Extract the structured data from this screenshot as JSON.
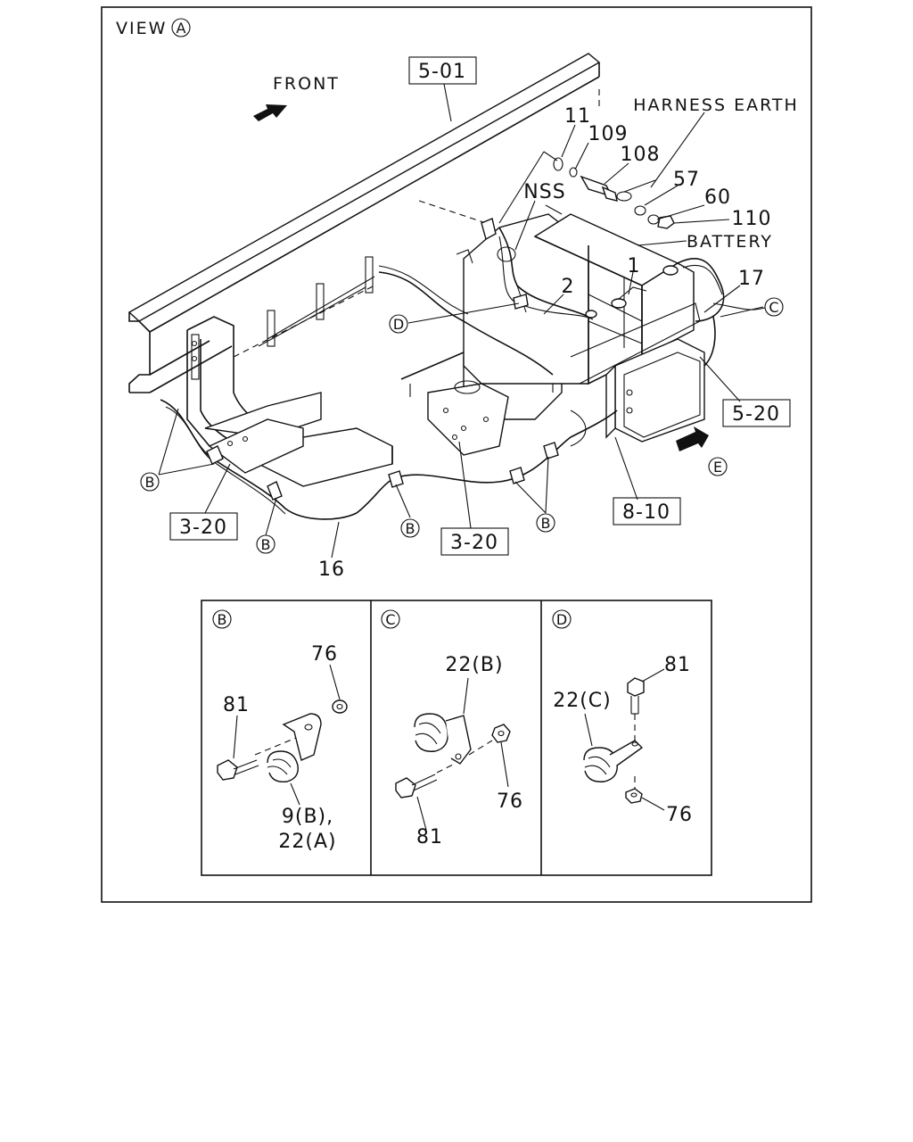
{
  "view_label": "VIEW",
  "view_marker": "A",
  "front_label": "FRONT",
  "ref_boxes": {
    "frame": "5-01",
    "ecu": "5-20",
    "connector": "8-10",
    "bracket_left": "3-20",
    "bracket_center": "3-20"
  },
  "labels": {
    "harness_earth": "HARNESS EARTH",
    "battery": "BATTERY",
    "nss": "NSS"
  },
  "part_numbers": {
    "p11": "11",
    "p109": "109",
    "p108": "108",
    "p57": "57",
    "p60": "60",
    "p110": "110",
    "p1": "1",
    "p2": "2",
    "p17": "17",
    "p16": "16"
  },
  "callouts": {
    "b": "B",
    "c": "C",
    "d": "D",
    "e": "E"
  },
  "details": [
    {
      "marker": "B",
      "labels": [
        "76",
        "81",
        "9(B),",
        "22(A)"
      ]
    },
    {
      "marker": "C",
      "labels": [
        "22(B)",
        "76",
        "81"
      ]
    },
    {
      "marker": "D",
      "labels": [
        "81",
        "22(C)",
        "76"
      ]
    }
  ]
}
